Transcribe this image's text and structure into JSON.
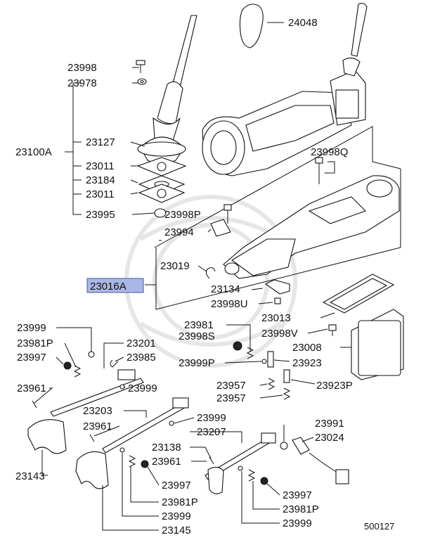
{
  "highlight_color": "#a9b7e6",
  "labels": {
    "p24048": "24048",
    "p23998": "23998",
    "p23978": "23978",
    "p23100A": "23100A",
    "p23127": "23127",
    "p23011a": "23011",
    "p23184": "23184",
    "p23011b": "23011",
    "p23995": "23995",
    "p23998P": "23998P",
    "p23994": "23994",
    "p23998Q": "23998Q",
    "p23019": "23019",
    "p23016A": "23016A",
    "p23134": "23134",
    "p23998U": "23998U",
    "p23981a": "23981",
    "p23998S": "23998S",
    "p23999P": "23999P",
    "p23923": "23923",
    "p23957a": "23957",
    "p23923P": "23923P",
    "p23957b": "23957",
    "p23013": "23013",
    "p23998V": "23998V",
    "p23008": "23008",
    "p23999a": "23999",
    "p23981Pa": "23981P",
    "p23997a": "23997",
    "p23201": "23201",
    "p23985": "23985",
    "p23961a": "23961",
    "p23999b": "23999",
    "p23203": "23203",
    "p23961b": "23961",
    "p23999c": "23999",
    "p23143": "23143",
    "p23138": "23138",
    "p23961c": "23961",
    "p23207": "23207",
    "p23991": "23991",
    "p23024": "23024",
    "p23997b": "23997",
    "p23981Pb": "23981P",
    "p23999d": "23999",
    "p23997c": "23997",
    "p23981Pc": "23981P",
    "p23999e": "23999",
    "p23145": "23145",
    "p500127": "500127"
  }
}
